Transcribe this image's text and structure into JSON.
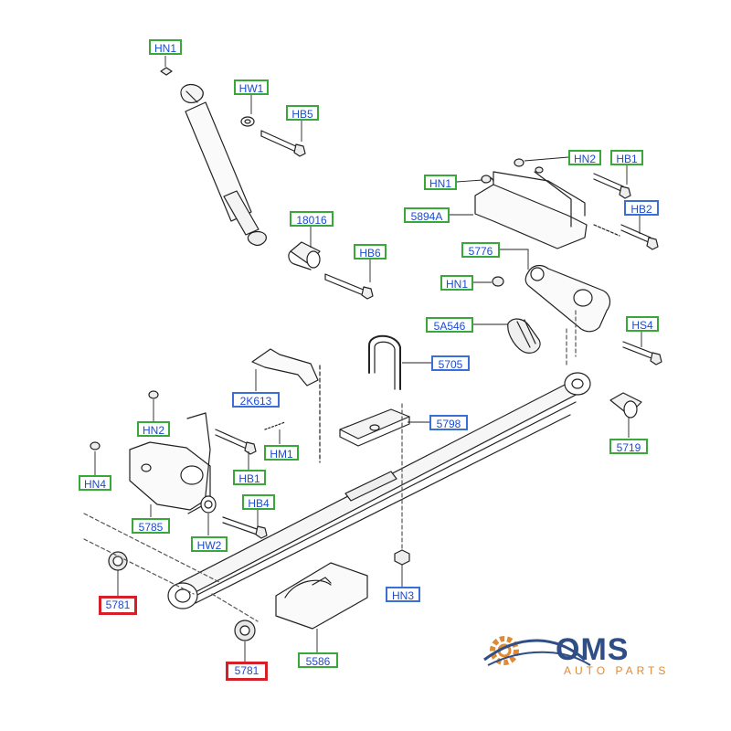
{
  "labels": {
    "hn1_top": "HN1",
    "hw1": "HW1",
    "hb5": "HB5",
    "n18016": "18016",
    "hb6": "HB6",
    "hn2_right": "HN2",
    "hb1_right": "HB1",
    "hn1_mid": "HN1",
    "n5894a": "5894A",
    "hb2": "HB2",
    "n5776": "5776",
    "hn1_lower": "HN1",
    "n5a546": "5A546",
    "hs4": "HS4",
    "n5705": "5705",
    "n2k613": "2K613",
    "hn2_left": "HN2",
    "hm1": "HM1",
    "n5798": "5798",
    "n5719": "5719",
    "hn4": "HN4",
    "hb1_left": "HB1",
    "hb4": "HB4",
    "n5785": "5785",
    "hw2": "HW2",
    "hn3": "HN3",
    "n5781_left": "5781",
    "n5781_bottom": "5781",
    "n5586": "5586"
  },
  "logo": {
    "text": "OMS",
    "subtext": "AUTO PARTS",
    "colors": {
      "primary": "#2f4e86",
      "accent": "#e08a32"
    }
  },
  "colors": {
    "green_border": "#3aa838",
    "blue_border": "#3a6fd8",
    "red_border": "#d62028",
    "label_text": "#1b4bd1"
  }
}
